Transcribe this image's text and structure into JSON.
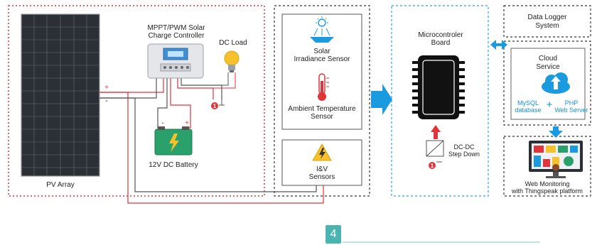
{
  "labels": {
    "pv_array": "PV Array",
    "charge_controller_line1": "MPPT/PWM Solar",
    "charge_controller_line2": "Charge Controller",
    "dc_load": "DC Load",
    "battery": "12V DC Battery",
    "solar_sensor_line1": "Solar",
    "solar_sensor_line2": "Irradiance Sensor",
    "temp_sensor_line1": "Ambient Temperature",
    "temp_sensor_line2": "Sensor",
    "iv_sensors_line1": "I&V",
    "iv_sensors_line2": "Sensors",
    "micro_line1": "Microcontroler",
    "micro_line2": "Board",
    "dcdc_line1": "DC-DC",
    "dcdc_line2": "Step Down",
    "data_logger_line1": "Data Logger",
    "data_logger_line2": "System",
    "cloud_line1": "Cloud",
    "cloud_line2": "Service",
    "mysql_line1": "MySQL",
    "mysql_line2": "database",
    "plus": "+",
    "php_line1": "PHP",
    "php_line2": "Web Server",
    "web_line1": "Web Monitoring",
    "web_line2": "with Thingspeak platform",
    "page_number": "4",
    "plus_sign": "+",
    "minus_sign": "-",
    "marker_one": "1"
  },
  "colors": {
    "red_wire": "#e0343a",
    "grey_wire": "#555555",
    "blue": "#1a9be0",
    "teal_badge": "#4bb3b0",
    "battery_green": "#2aa16a",
    "panel_dark": "#2b2f36"
  },
  "icons": [
    "solar-panel-icon",
    "charge-controller-icon",
    "light-bulb-icon",
    "battery-icon",
    "irradiance-sensor-icon",
    "thermometer-icon",
    "warning-bolt-icon",
    "chip-icon",
    "dcdc-converter-icon",
    "cloud-upload-icon",
    "monitor-dashboard-icon",
    "bidirectional-arrow-icon",
    "right-arrow-icon",
    "down-arrow-icon",
    "up-arrow-icon"
  ]
}
